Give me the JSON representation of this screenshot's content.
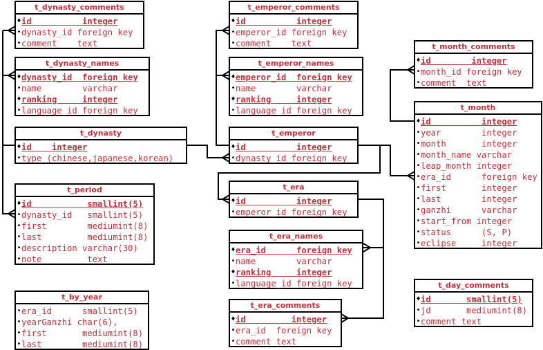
{
  "tables": {
    "t_dynasty_comments": {
      "name": "t_dynasty_comments",
      "rows": [
        {
          "text": "id          integer",
          "key": true
        },
        {
          "text": "dynasty_id foreign key",
          "key": false
        },
        {
          "text": "comment    text",
          "key": false
        }
      ]
    },
    "t_dynasty_names": {
      "name": "t_dynasty_names",
      "rows": [
        {
          "text": "dynasty_id  foreign key",
          "key": true
        },
        {
          "text": "name        varchar",
          "key": false
        },
        {
          "text": "ranking     integer",
          "key": true
        },
        {
          "text": "language_id foreign key",
          "key": false
        }
      ]
    },
    "t_dynasty": {
      "name": "t_dynasty",
      "rows": [
        {
          "text": "id    integer",
          "key": true
        },
        {
          "text": "type (chinese,japanese,korean)",
          "key": false
        }
      ]
    },
    "t_period": {
      "name": "t_period",
      "rows": [
        {
          "text": "id           smallint(5)",
          "key": true
        },
        {
          "text": "dynasty_id   smallint(5)",
          "key": false
        },
        {
          "text": "first        mediumint(8)",
          "key": false
        },
        {
          "text": "last         mediumint(8)",
          "key": false
        },
        {
          "text": "description varchar(30)",
          "key": false
        },
        {
          "text": "note         text",
          "key": false
        }
      ]
    },
    "t_by_year": {
      "name": "t_by_year",
      "rows": [
        {
          "text": "era_id      smallint(5)",
          "key": false
        },
        {
          "text": "yearGanzhi char(6),",
          "key": false
        },
        {
          "text": "first       mediumint(8)",
          "key": false
        },
        {
          "text": "last        mediumint(8)",
          "key": false
        }
      ]
    },
    "t_emperor_comments": {
      "name": "t_emperor_comments",
      "rows": [
        {
          "text": "id          integer",
          "key": true
        },
        {
          "text": "emperor_id foreign key",
          "key": false
        },
        {
          "text": "comment    text",
          "key": false
        }
      ]
    },
    "t_emperor_names": {
      "name": "t_emperor_names",
      "rows": [
        {
          "text": "emperor_id  foreign key",
          "key": true
        },
        {
          "text": "name        varchar",
          "key": false
        },
        {
          "text": "ranking     integer",
          "key": true
        },
        {
          "text": "language_id foreign key",
          "key": false
        }
      ]
    },
    "t_emperor": {
      "name": "t_emperor",
      "rows": [
        {
          "text": "id          integer",
          "key": true
        },
        {
          "text": "dynasty_id foreign key",
          "key": false
        }
      ]
    },
    "t_era": {
      "name": "t_era",
      "rows": [
        {
          "text": "id          integer",
          "key": true
        },
        {
          "text": "emperor_id foreign key",
          "key": false
        }
      ]
    },
    "t_era_names": {
      "name": "t_era_names",
      "rows": [
        {
          "text": "era_id      foreign key",
          "key": true
        },
        {
          "text": "name        varchar",
          "key": false
        },
        {
          "text": "ranking     integer",
          "key": true
        },
        {
          "text": "language_id foreign key",
          "key": false
        }
      ]
    },
    "t_era_comments": {
      "name": "t_era_comments",
      "rows": [
        {
          "text": "id         integer",
          "key": true
        },
        {
          "text": "era_id  foreign key",
          "key": false
        },
        {
          "text": "comment text",
          "key": false
        }
      ]
    },
    "t_month_comments": {
      "name": "t_month_comments",
      "rows": [
        {
          "text": "id        integer",
          "key": true
        },
        {
          "text": "month_id foreign key",
          "key": false
        },
        {
          "text": "comment  text",
          "key": false
        }
      ]
    },
    "t_month": {
      "name": "t_month",
      "rows": [
        {
          "text": "id          integer",
          "key": true
        },
        {
          "text": "year        integer",
          "key": false
        },
        {
          "text": "month       integer",
          "key": false
        },
        {
          "text": "month_name varchar",
          "key": false
        },
        {
          "text": "leap_month integer",
          "key": false
        },
        {
          "text": "era_id      foreign key",
          "key": false
        },
        {
          "text": "first       integer",
          "key": false
        },
        {
          "text": "last        integer",
          "key": false
        },
        {
          "text": "ganzhi      varchar",
          "key": false
        },
        {
          "text": "start_from integer",
          "key": false
        },
        {
          "text": "status      (S, P)",
          "key": false
        },
        {
          "text": "eclipse     integer",
          "key": false
        }
      ]
    },
    "t_day_comments": {
      "name": "t_day_comments",
      "rows": [
        {
          "text": "id       smallint(5)",
          "key": true
        },
        {
          "text": "jd       mediumint(8)",
          "key": false
        },
        {
          "text": "comment text",
          "key": false
        }
      ]
    }
  }
}
